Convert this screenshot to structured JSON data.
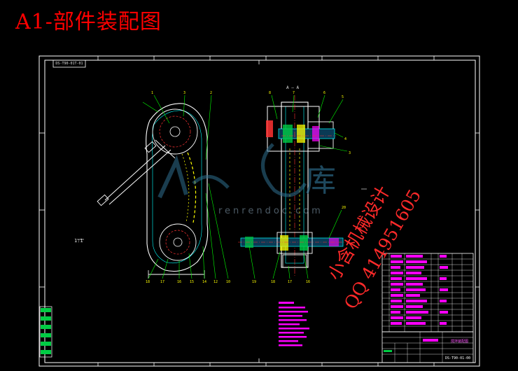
{
  "title": "A1-部件装配图",
  "watermark": {
    "line1": "小含机械设计",
    "line2": "QQ 414951605",
    "site": "renrendoc.com",
    "ku": "库"
  },
  "drawing": {
    "code": "DS-T90-01T-01",
    "section": "A — A",
    "scale_mark": "1:1",
    "title_block_name": "搅拌装配图",
    "title_block_number": "DS-T90-01-00"
  },
  "colors": {
    "frame": "#ffffff",
    "outline": "#00ffff",
    "text_red": "#ff0000",
    "leader": "#00ff00",
    "part": "#ffff00",
    "notes": "#ff00ff",
    "accent": "#ff3333"
  }
}
